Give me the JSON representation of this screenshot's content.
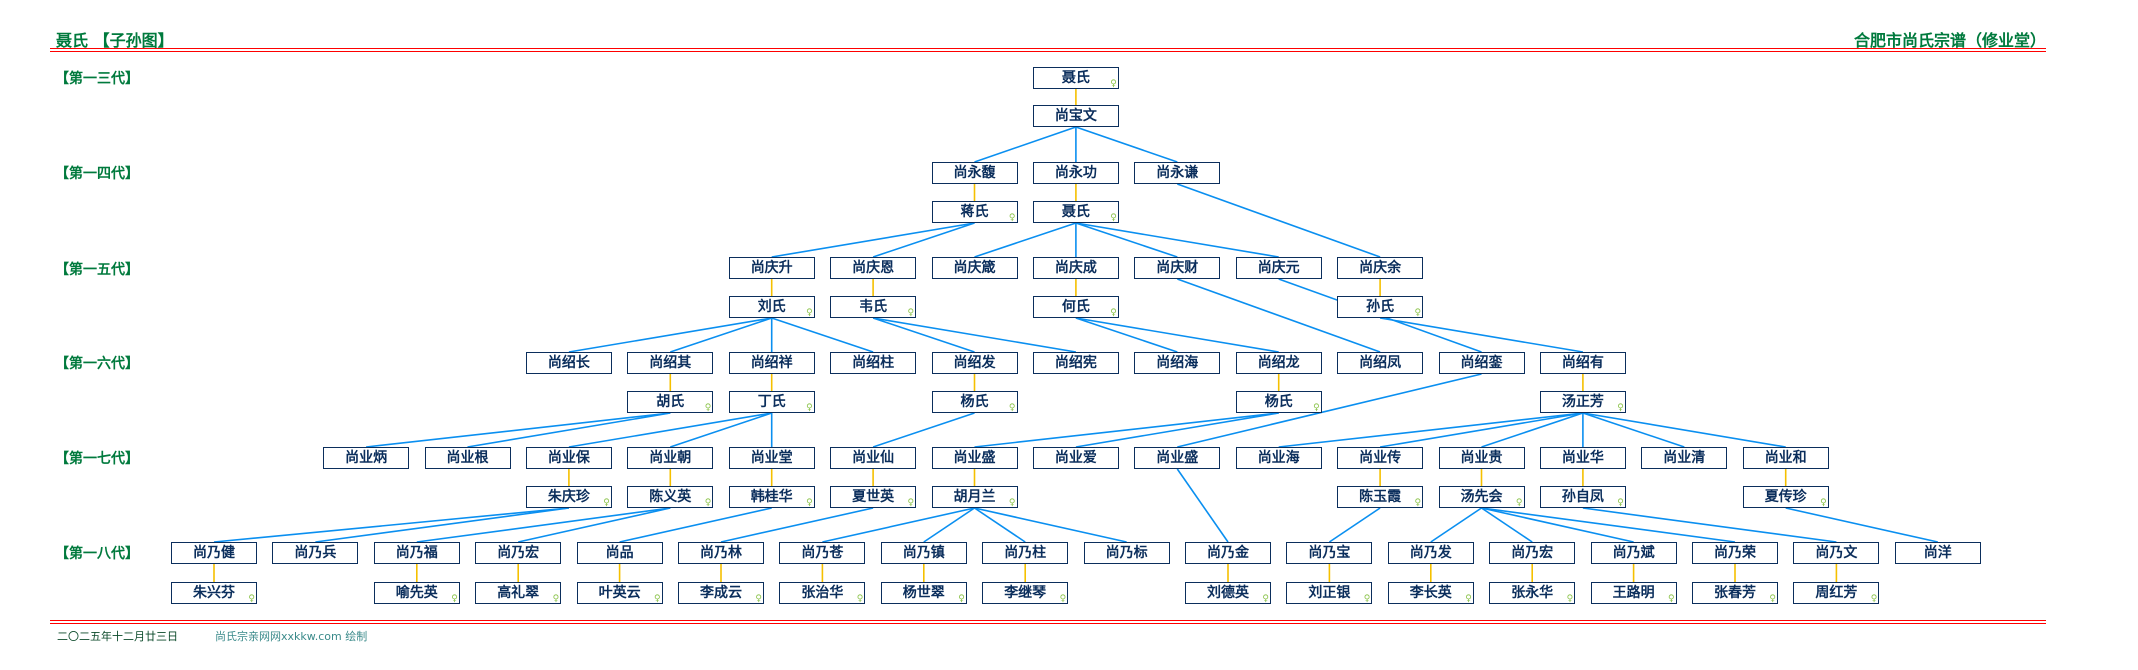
{
  "header": {
    "title": "聂氏 【子孙图】",
    "site": "合肥市尚氏宗谱（修业堂）"
  },
  "generations": [
    {
      "label": "【第一三代】",
      "people": [
        "聂氏"
      ],
      "spouses": [
        "尚宝文"
      ]
    },
    {
      "label": "【第一四代】",
      "people": [
        "尚永馥",
        "尚永功",
        "尚永谦"
      ],
      "spouses": [
        "蒋氏",
        "聂氏"
      ]
    },
    {
      "label": "【第一五代】",
      "people": [
        "尚庆升",
        "尚庆恩",
        "尚庆箴",
        "尚庆成",
        "尚庆财",
        "尚庆元",
        "尚庆余"
      ],
      "spouses": [
        "刘氏",
        "韦氏",
        "何氏",
        "孙氏"
      ]
    },
    {
      "label": "【第一六代】",
      "people": [
        "尚绍长",
        "尚绍其",
        "尚绍祥",
        "尚绍柱",
        "尚绍发",
        "尚绍宪",
        "尚绍海",
        "尚绍龙",
        "尚绍凤",
        "尚绍銮",
        "尚绍有"
      ],
      "spouses": [
        "胡氏",
        "丁氏",
        "杨氏",
        "杨氏",
        "汤正芳"
      ]
    },
    {
      "label": "【第一七代】",
      "people": [
        "尚业炳",
        "尚业根",
        "尚业保",
        "尚业朝",
        "尚业堂",
        "尚业仙",
        "尚业盛",
        "尚业爱",
        "尚业盛",
        "尚业海",
        "尚业传",
        "尚业贵",
        "尚业华",
        "尚业清",
        "尚业和"
      ],
      "spouses": [
        "朱庆珍",
        "陈义英",
        "韩桂华",
        "夏世英",
        "胡月兰",
        "陈玉霞",
        "汤先会",
        "孙自凤",
        "夏传珍"
      ]
    },
    {
      "label": "【第一八代】",
      "people": [
        "尚乃健",
        "尚乃兵",
        "尚乃福",
        "尚乃宏",
        "尚品",
        "尚乃林",
        "尚乃苍",
        "尚乃镇",
        "尚乃柱",
        "尚乃标",
        "尚乃金",
        "尚乃宝",
        "尚乃发",
        "尚乃宏",
        "尚乃斌",
        "尚乃荣",
        "尚乃文",
        "尚洋"
      ],
      "spouses": [
        "朱兴芬",
        "喻先英",
        "高礼翠",
        "叶英云",
        "李成云",
        "张治华",
        "杨世翠",
        "李继琴",
        "刘德英",
        "刘正银",
        "李长英",
        "张永华",
        "王路明",
        "张春芳",
        "周红芳"
      ]
    }
  ],
  "female_symbol": "♀",
  "footer": {
    "date": "二〇二五年十二月廿三日",
    "credit": "尚氏宗亲网网xxkkw.com 绘制"
  },
  "colors": {
    "header": "#007a3d",
    "rule": "#ff0000",
    "descent_line": "#0a8ff0",
    "marriage_line": "#f5c000",
    "box_border": "#0b2e5c"
  }
}
